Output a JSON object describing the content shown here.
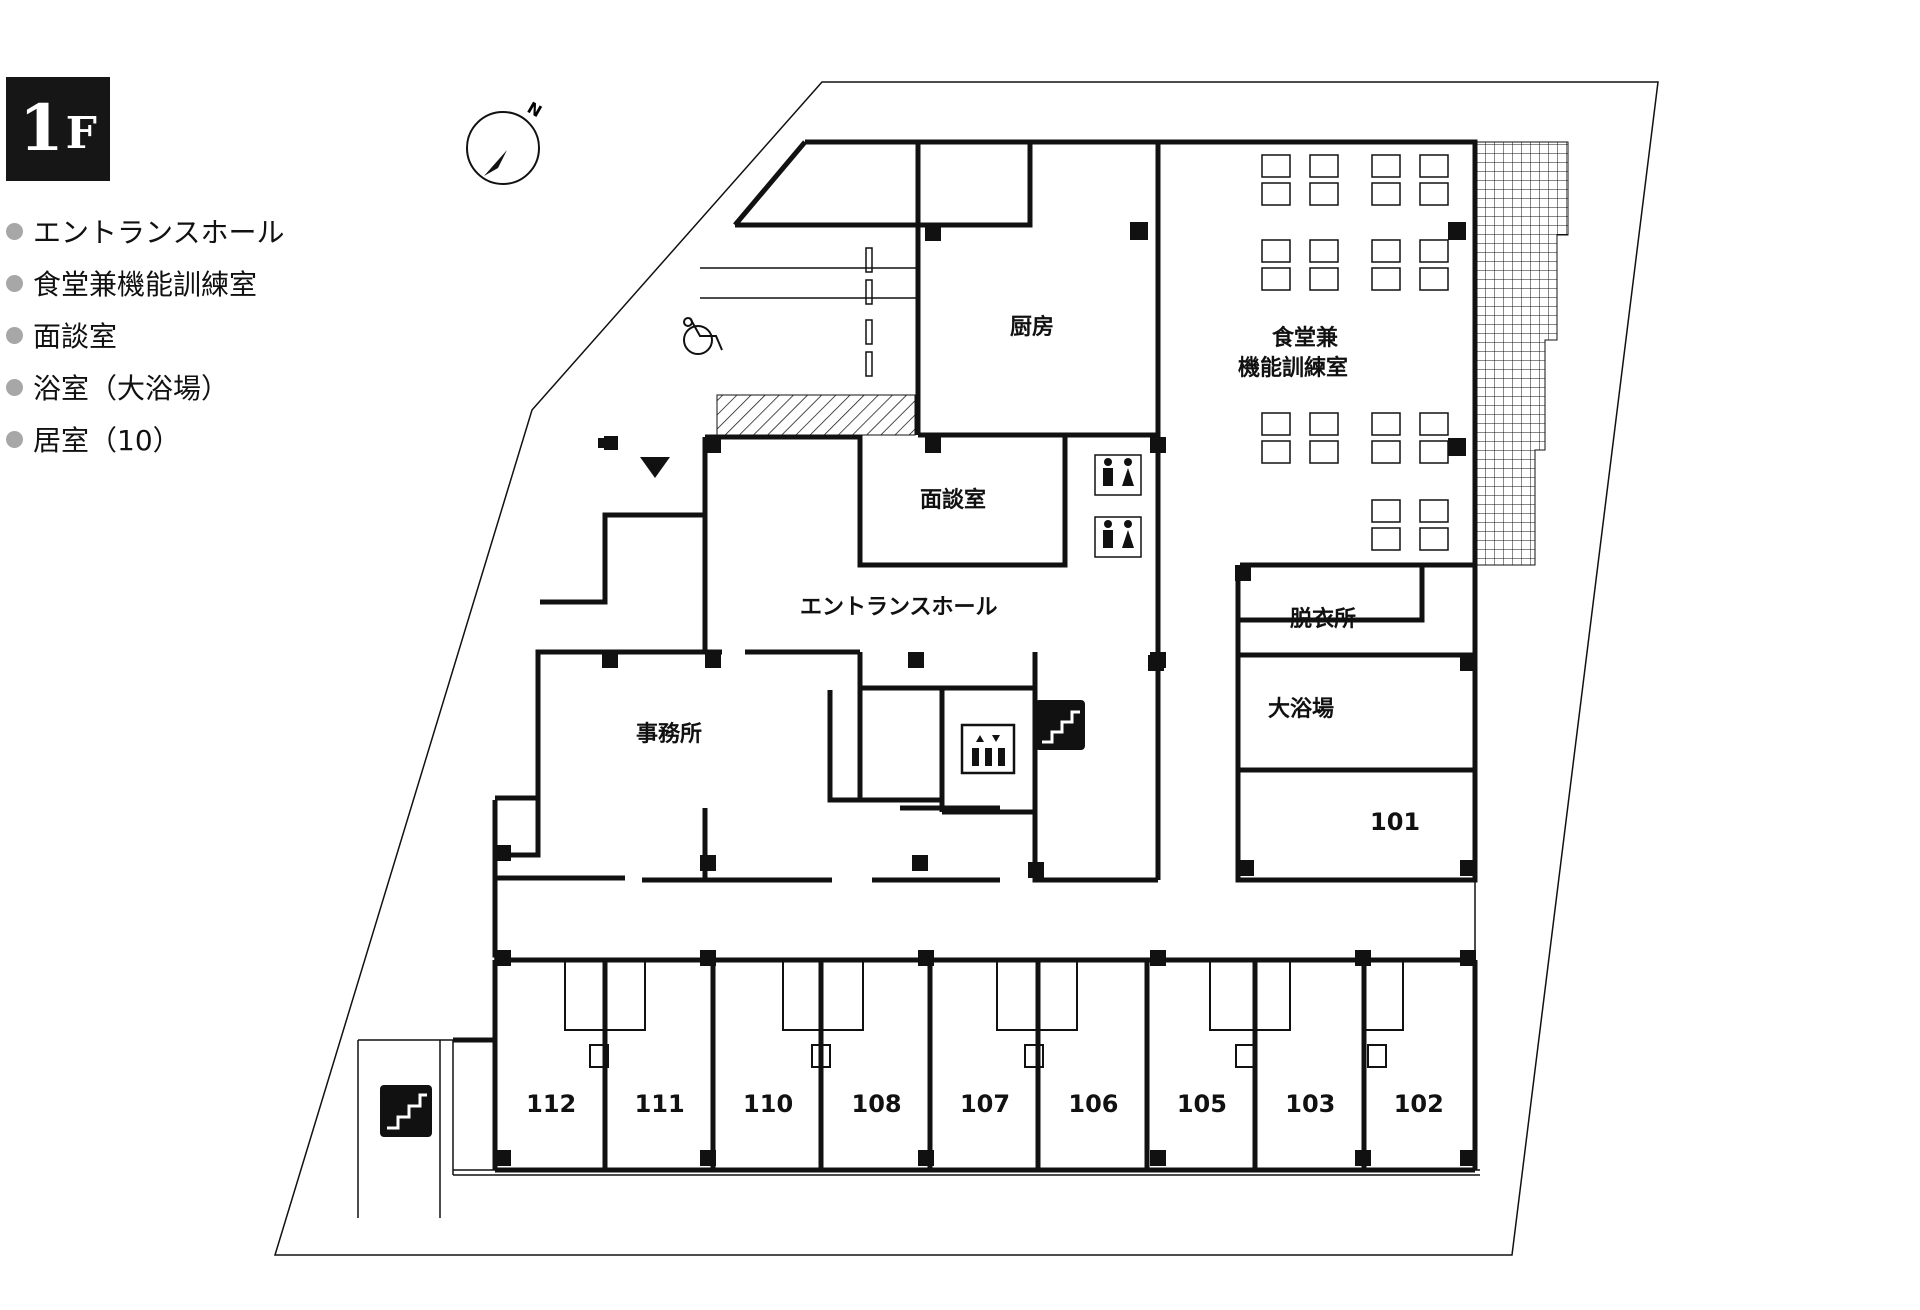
{
  "floor": {
    "number": "1",
    "letter": "F"
  },
  "legend": [
    "エントランスホール",
    "食堂兼機能訓練室",
    "面談室",
    "浴室（大浴場）",
    "居室（10）"
  ],
  "compass": {
    "label": "N"
  },
  "rooms": {
    "kitchen": "厨房",
    "dining_line1": "食堂兼",
    "dining_line2": "機能訓練室",
    "interview": "面談室",
    "entrance_hall": "エントランスホール",
    "office": "事務所",
    "dressing": "脱衣所",
    "bath": "大浴場",
    "r101": "101"
  },
  "bedrooms": [
    "112",
    "111",
    "110",
    "108",
    "107",
    "106",
    "105",
    "103",
    "102"
  ],
  "colors": {
    "wall": "#111111",
    "legend_bullet": "#a7a7a7",
    "badge": "#161616"
  }
}
